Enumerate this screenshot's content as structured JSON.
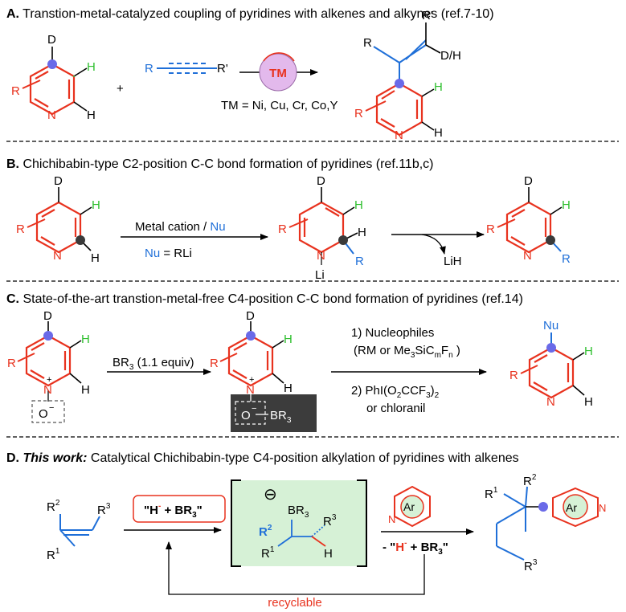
{
  "colors": {
    "red": "#e8321e",
    "blue": "#1f6fd8",
    "green": "#2fbf2f",
    "dot_blue": "#6a6ae8",
    "dot_dark": "#3a3a3a",
    "tm_fill": "#e3b9ec",
    "box_dark": "#3c3c3c",
    "box_green": "#d6f1d6"
  },
  "sections": {
    "A": {
      "letter": "A.",
      "title": " Transtion-metal-catalyzed coupling of pyridines with alkenes and alkynes (ref.7-10)",
      "tm": "TM",
      "tm_list": "TM = Ni, Cu, Cr, Co,Y",
      "plus": "+",
      "R": "R",
      "R_prime": "R'",
      "D": "D",
      "H": "H",
      "N": "N",
      "DH": "D/H"
    },
    "B": {
      "letter": "B.",
      "title": " Chichibabin-type C2-position C-C bond formation of pyridines (ref.11b,c)",
      "reagent_black": "Metal cation / ",
      "reagent_blue": "Nu",
      "nu_def_blue": "Nu",
      "nu_def_black": " = RLi",
      "Li": "Li",
      "LiH": "LiH"
    },
    "C": {
      "letter": "C.",
      "title": " State-of-the-art transtion-metal-free C4-position C-C bond formation of pyridines (ref.14)",
      "reagent": "BR",
      "reagent_sub": "3",
      "reagent_tail": " (1.1 equiv)",
      "step1": "1) Nucleophiles",
      "step1b_a": "(RM or Me",
      "step1b_b": "3",
      "step1b_c": "SiC",
      "step1b_d": "m",
      "step1b_e": "F",
      "step1b_f": "n",
      "step1b_g": " )",
      "step2_a": "2) PhI(O",
      "step2_b": "2",
      "step2_c": "CCF",
      "step2_d": "3",
      "step2_e": ")",
      "step2_f": "2",
      "step3": "or chloranil",
      "O": "O",
      "BR3": "BR",
      "Nu": "Nu"
    },
    "D": {
      "letter": "D.",
      "title_bold": " This work:",
      "title_rest": " Catalytical Chichibabin-type C4-position alkylation of pyridines with alkenes",
      "box_text_a": "\"H",
      "box_text_b": "-",
      "box_text_c": " + BR",
      "box_text_d": "3",
      "box_text_e": "\"",
      "minus_text_a": "- \"",
      "minus_text_b": "H",
      "minus_text_c": "-",
      "minus_text_d": " + BR",
      "minus_text_e": "3",
      "minus_text_f": "\"",
      "recyclable": "recyclable",
      "Ar": "Ar",
      "ominus": "⊖"
    }
  }
}
